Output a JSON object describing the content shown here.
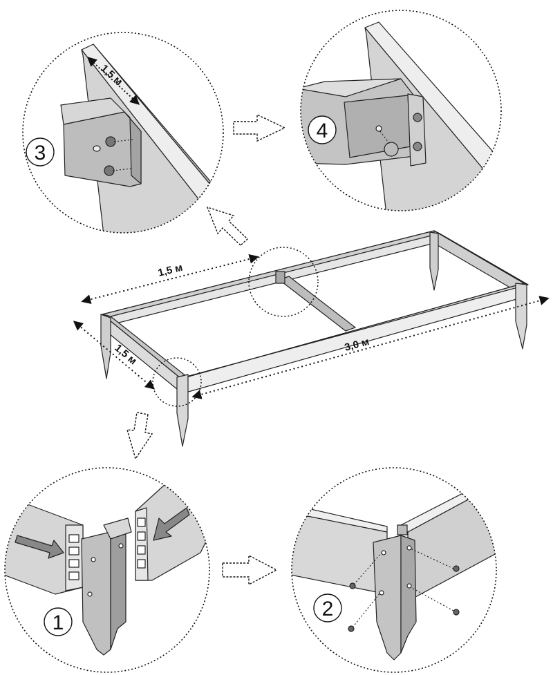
{
  "dimensions": {
    "width_top": "1,5 м",
    "width_side": "1,5 м",
    "length": "3,0 м",
    "detail_spacing": "1,5 м"
  },
  "steps": [
    {
      "number": "1",
      "description": "corner-insert"
    },
    {
      "number": "2",
      "description": "corner-screws"
    },
    {
      "number": "3",
      "description": "crossbar-bracket"
    },
    {
      "number": "4",
      "description": "crossbar-fixed"
    }
  ],
  "colors": {
    "panel_light": "#e4e4e4",
    "panel_mid": "#c8c8c8",
    "panel_dark": "#9a9a9a",
    "outline": "#222222"
  }
}
